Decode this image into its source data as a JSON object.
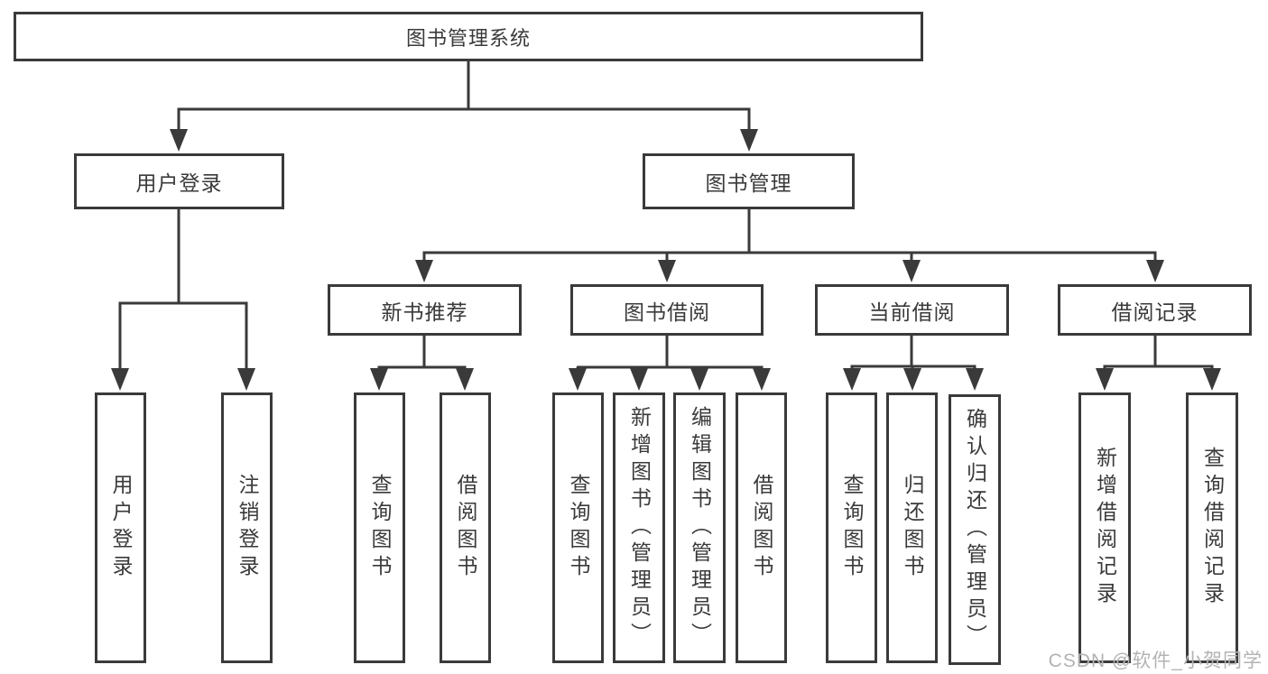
{
  "colors": {
    "line": "#3a3a3a",
    "text": "#3a3a3a",
    "background": "#ffffff",
    "watermark": "#b3b3b3"
  },
  "watermark": {
    "text": "CSDN @软件_小贺同学"
  },
  "diagram": {
    "type": "hierarchy-tree",
    "root": {
      "label": "图书管理系统",
      "children": [
        {
          "label": "用户登录",
          "children": [
            {
              "label": "用户登录"
            },
            {
              "label": "注销登录"
            }
          ]
        },
        {
          "label": "图书管理",
          "children": [
            {
              "label": "新书推荐",
              "children": [
                {
                  "label": "查询图书"
                },
                {
                  "label": "借阅图书"
                }
              ]
            },
            {
              "label": "图书借阅",
              "children": [
                {
                  "label": "查询图书"
                },
                {
                  "label": "新增图书（管理员）"
                },
                {
                  "label": "编辑图书（管理员）"
                },
                {
                  "label": "借阅图书"
                }
              ]
            },
            {
              "label": "当前借阅",
              "children": [
                {
                  "label": "查询图书"
                },
                {
                  "label": "归还图书"
                },
                {
                  "label": "确认归还（管理员）"
                }
              ]
            },
            {
              "label": "借阅记录",
              "children": [
                {
                  "label": "新增借阅记录"
                },
                {
                  "label": "查询借阅记录"
                }
              ]
            }
          ]
        }
      ]
    }
  }
}
